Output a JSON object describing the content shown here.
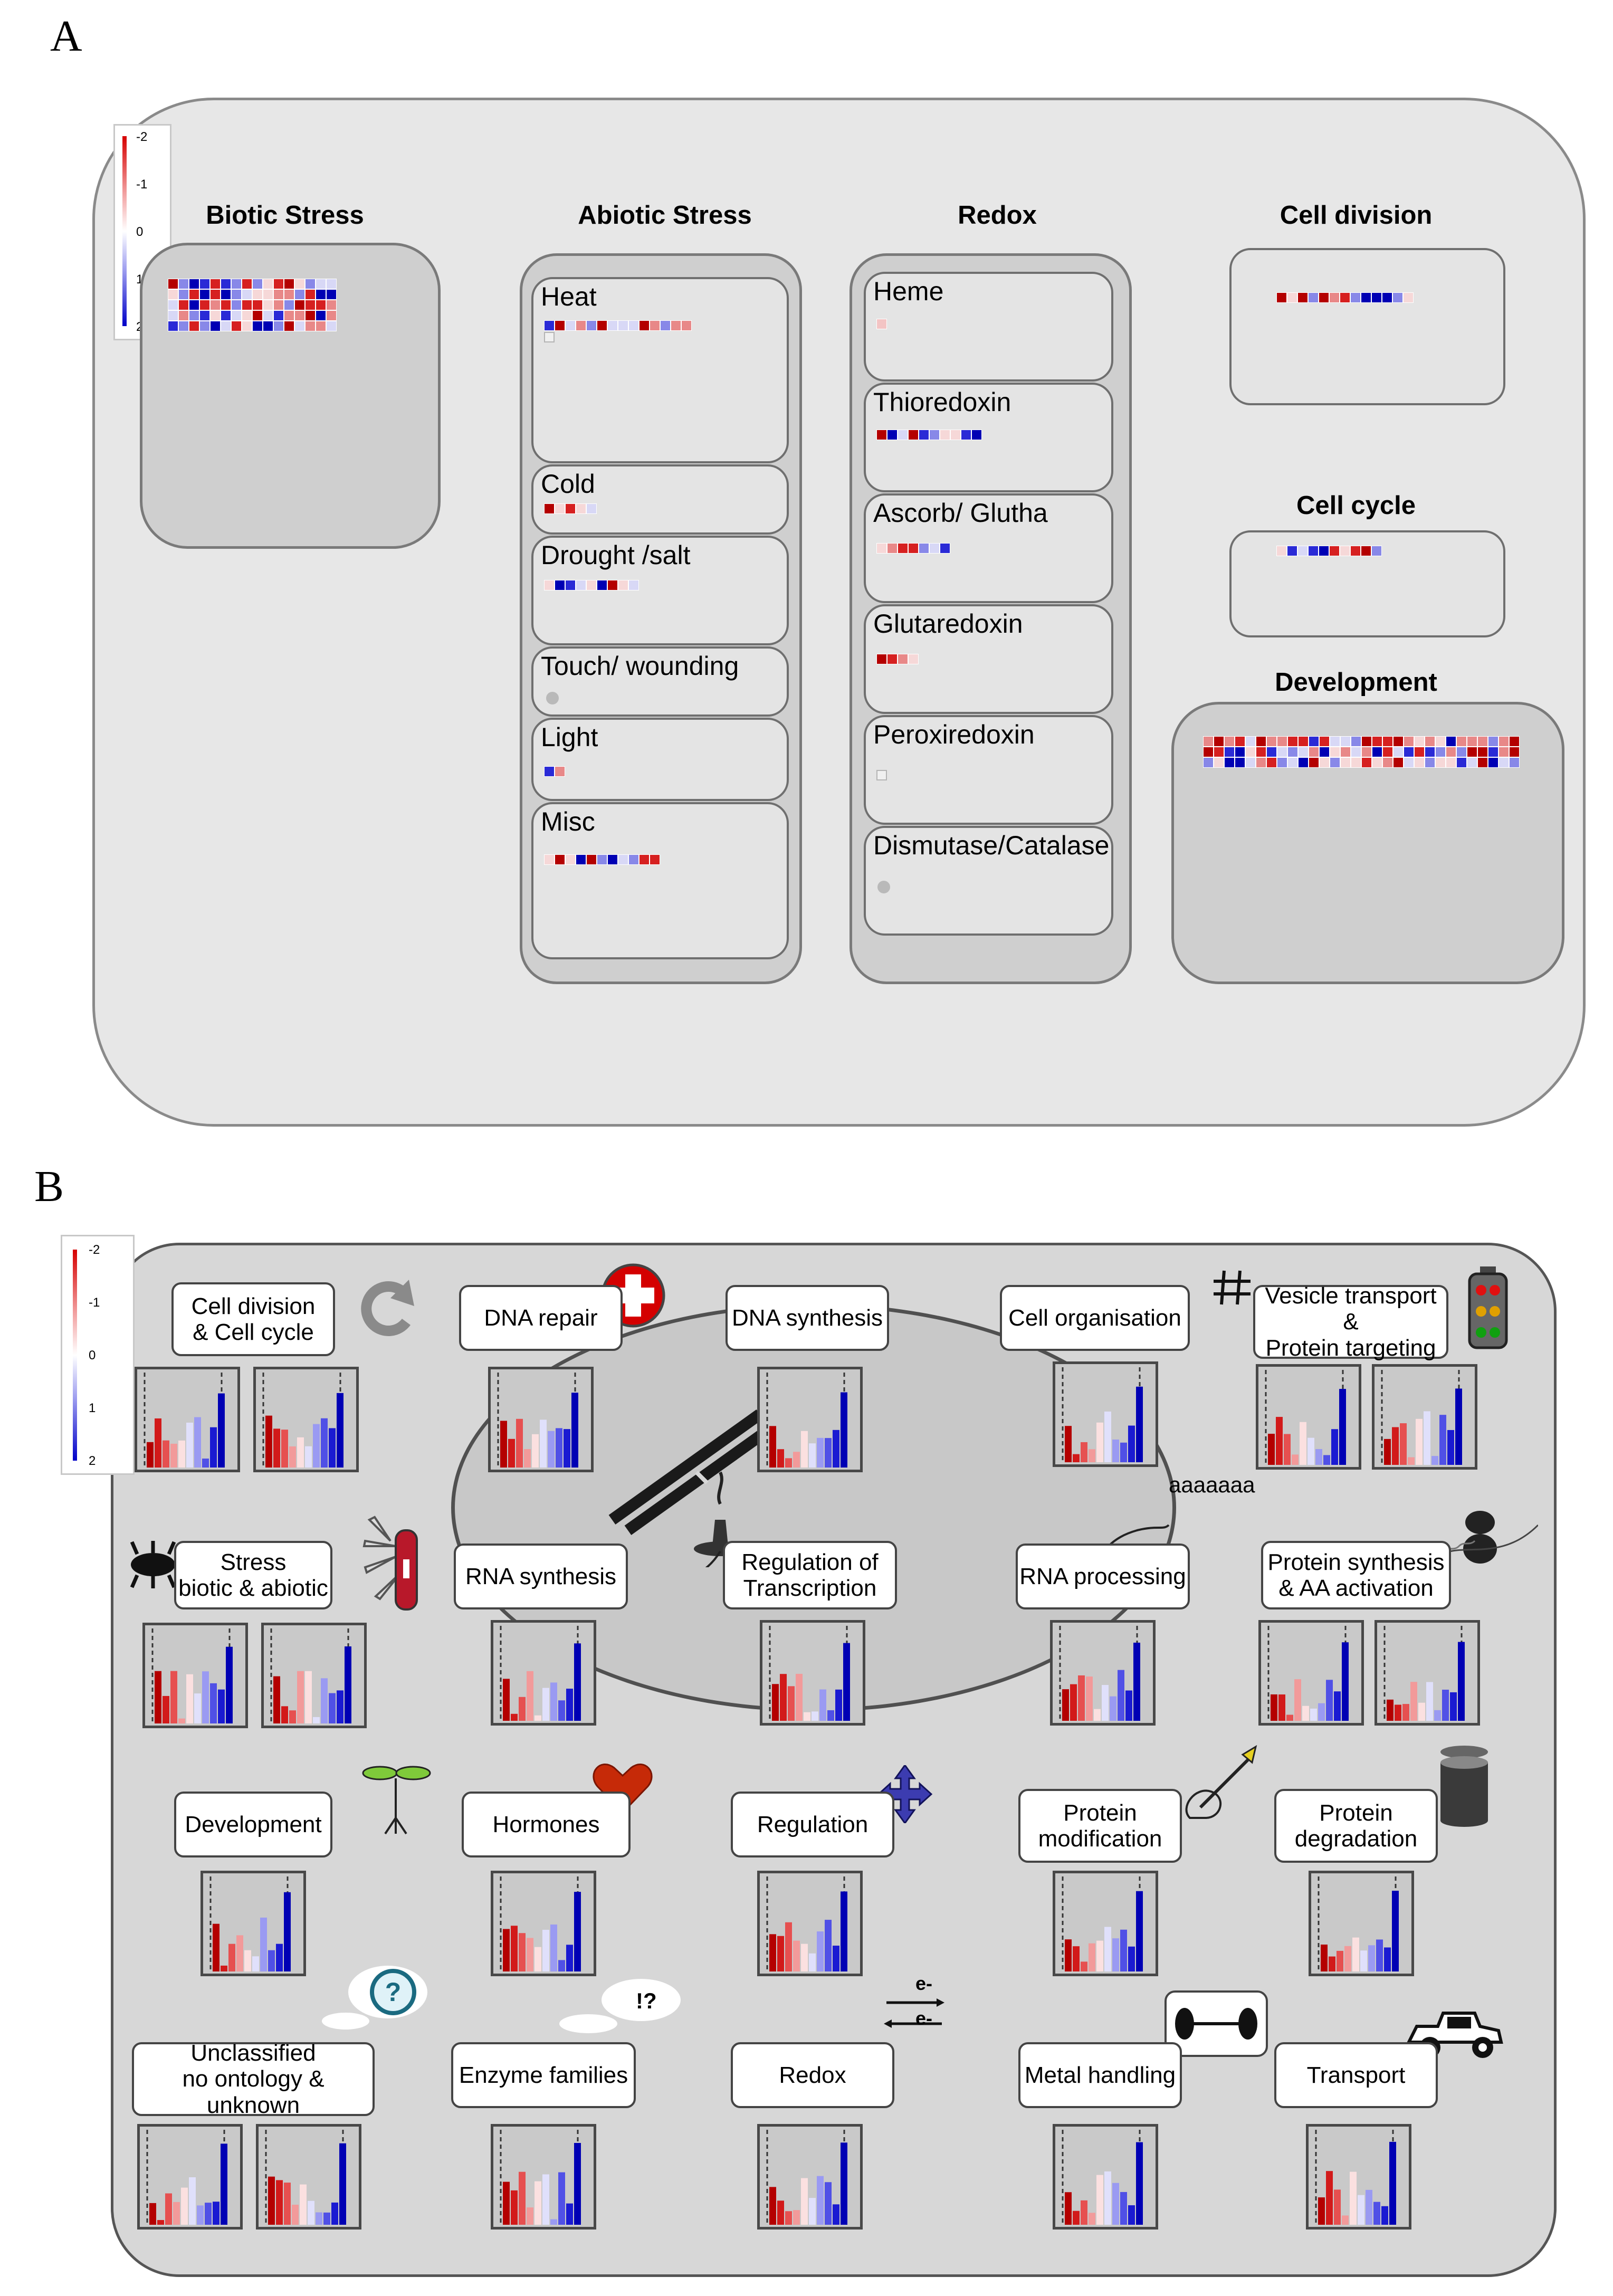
{
  "panel_a": {
    "label": "A",
    "legend": {
      "ticks": [
        "-2",
        "-1",
        "0",
        "1",
        "2"
      ]
    },
    "groups": [
      {
        "title": "Biotic Stress",
        "boxes": [
          {
            "label": ""
          }
        ]
      },
      {
        "title": "Abiotic Stress",
        "boxes": [
          {
            "label": "Heat"
          },
          {
            "label": "Cold"
          },
          {
            "label": "Drought /salt"
          },
          {
            "label": "Touch/ wounding"
          },
          {
            "label": "Light"
          },
          {
            "label": "Misc"
          }
        ]
      },
      {
        "title": "Redox",
        "boxes": [
          {
            "label": "Heme"
          },
          {
            "label": "Thioredoxin"
          },
          {
            "label": "Ascorb/ Glutha"
          },
          {
            "label": "Glutaredoxin"
          },
          {
            "label": "Peroxiredoxin"
          },
          {
            "label": "Dismutase/Catalase"
          }
        ]
      },
      {
        "title": "Cell division",
        "boxes": [
          {
            "label": ""
          }
        ]
      },
      {
        "title": "Cell cycle",
        "boxes": [
          {
            "label": ""
          }
        ]
      },
      {
        "title": "Development",
        "boxes": [
          {
            "label": ""
          }
        ]
      }
    ]
  },
  "panel_b": {
    "label": "B",
    "legend": {
      "ticks": [
        "-2",
        "-1",
        "0",
        "1",
        "2"
      ]
    },
    "annotation": "aaaaaaa",
    "categories": [
      {
        "label": "Cell division\n& Cell cycle"
      },
      {
        "label": "DNA repair"
      },
      {
        "label": "DNA synthesis"
      },
      {
        "label": "Cell organisation"
      },
      {
        "label": "Vesicle transport &\nProtein targeting"
      },
      {
        "label": "Stress\nbiotic & abiotic"
      },
      {
        "label": "RNA synthesis"
      },
      {
        "label": "Regulation of\nTranscription"
      },
      {
        "label": "RNA processing"
      },
      {
        "label": "Protein synthesis\n& AA activation"
      },
      {
        "label": "Development"
      },
      {
        "label": "Hormones"
      },
      {
        "label": "Regulation"
      },
      {
        "label": "Protein\nmodification"
      },
      {
        "label": "Protein\ndegradation"
      },
      {
        "label": "Unclassified\nno ontology & unknown"
      },
      {
        "label": "Enzyme families"
      },
      {
        "label": "Redox"
      },
      {
        "label": "Metal handling"
      },
      {
        "label": "Transport"
      }
    ],
    "icon_text": {
      "enzyme": "!?",
      "redox_top": "e-",
      "redox_bottom": "e-"
    }
  },
  "colors": {
    "upregulated": "#d40000",
    "downregulated": "#0000b4",
    "neutral": "#ffffff",
    "panel_a_bg": "#e7e7e7",
    "panel_b_bg": "#d7d7d7"
  }
}
